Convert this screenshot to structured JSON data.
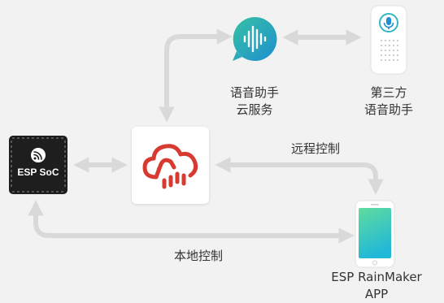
{
  "colors": {
    "background": "#f2f2f2",
    "arrow": "#d9d9d9",
    "rainmaker_red": "#d63a31",
    "voice_gradient_start": "#36c1a3",
    "voice_gradient_end": "#1f8fd0",
    "phone_gradient_start": "#5fdc9e",
    "phone_gradient_end": "#22b8d8",
    "chip": "#1e1e1e"
  },
  "nodes": {
    "esp_soc": {
      "label": "ESP SoC",
      "icon": "espressif-logo-icon"
    },
    "rainmaker_cloud": {
      "icon": "rainmaker-cloud-logo-icon"
    },
    "voice_cloud": {
      "label_line1": "语音助手",
      "label_line2": "云服务",
      "icon": "voice-wave-icon"
    },
    "third_party_assistant": {
      "label_line1": "第三方",
      "label_line2": "语音助手",
      "icon": "smart-speaker-icon"
    },
    "app": {
      "label_line1": "ESP RainMaker",
      "label_line2": "APP",
      "icon": "smartphone-icon"
    }
  },
  "edges": {
    "remote_control": "远程控制",
    "local_control": "本地控制"
  }
}
